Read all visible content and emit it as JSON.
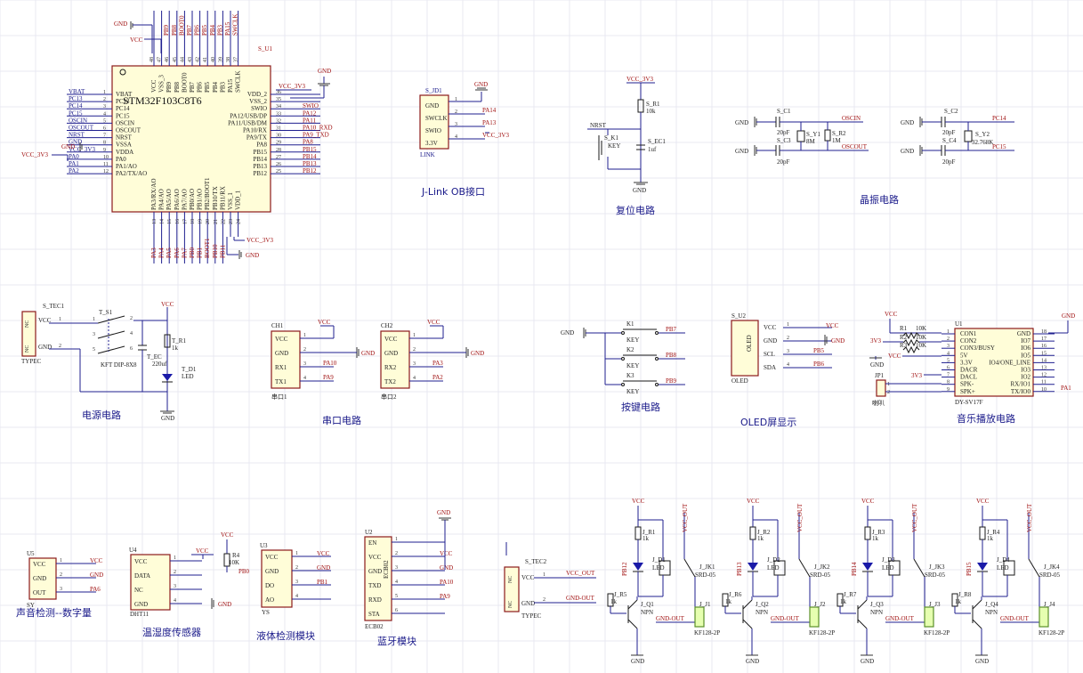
{
  "mcu": {
    "ref": "S_U1",
    "name": "STM32F103C8T6",
    "left_pins": [
      {
        "num": "1",
        "name": "VBAT",
        "net": "VBAT"
      },
      {
        "num": "2",
        "name": "PC13",
        "net": "PC13"
      },
      {
        "num": "3",
        "name": "PC14",
        "net": "PC14"
      },
      {
        "num": "4",
        "name": "PC15",
        "net": "PC15"
      },
      {
        "num": "5",
        "name": "OSCIN",
        "net": "OSCIN"
      },
      {
        "num": "6",
        "name": "OSCOUT",
        "net": "OSCOUT"
      },
      {
        "num": "7",
        "name": "NRST",
        "net": "NRST"
      },
      {
        "num": "8",
        "name": "VSSA",
        "net": "GND"
      },
      {
        "num": "9",
        "name": "VDDA",
        "net": "VCC_3V3"
      },
      {
        "num": "10",
        "name": "PA0",
        "net": "PA0"
      },
      {
        "num": "11",
        "name": "PA1/AO",
        "net": "PA1"
      },
      {
        "num": "12",
        "name": "PA2/TX/AO",
        "net": "PA2"
      }
    ],
    "right_pins": [
      {
        "num": "36",
        "name": "VDD_2",
        "net": "VCC_3V3"
      },
      {
        "num": "35",
        "name": "VSS_2",
        "net": "GND"
      },
      {
        "num": "34",
        "name": "SWIO",
        "net": "SWIO"
      },
      {
        "num": "33",
        "name": "PA12/USB/DP",
        "net": "PA12"
      },
      {
        "num": "32",
        "name": "PA11/USB/DM",
        "net": "PA11"
      },
      {
        "num": "31",
        "name": "PA10/RX",
        "net": "PA10_RXD"
      },
      {
        "num": "30",
        "name": "PA9/TX",
        "net": "PA9_TXD"
      },
      {
        "num": "29",
        "name": "PA8",
        "net": "PA8"
      },
      {
        "num": "28",
        "name": "PB15",
        "net": "PB15"
      },
      {
        "num": "27",
        "name": "PB14",
        "net": "PB14"
      },
      {
        "num": "26",
        "name": "PB13",
        "net": "PB13"
      },
      {
        "num": "25",
        "name": "PB12",
        "net": "PB12"
      }
    ],
    "top_pins": [
      "VCC",
      "VSS_3",
      "PB9",
      "PB8",
      "BOOT0",
      "PB7",
      "PB6",
      "PB5",
      "PB4",
      "PB3",
      "PA15",
      "SWCLK"
    ],
    "top_nums": [
      "48",
      "47",
      "46",
      "45",
      "44",
      "43",
      "42",
      "41",
      "40",
      "39",
      "38",
      "37"
    ],
    "top_nets": [
      "GND",
      "VCC",
      "PB9",
      "PB8",
      "BOOT0",
      "PB7",
      "PB6",
      "PB5",
      "PB4",
      "PB3",
      "PA15",
      "SWCLK"
    ],
    "bottom_pins": [
      "PA3/RX/AO",
      "PA4/AO",
      "PA5/AO",
      "PA6/AO",
      "PA7/AO",
      "PB0/AO",
      "PB1/AO",
      "PB2/BOOT1",
      "PB10/TX",
      "PB11/RX",
      "VSS_1",
      "VDD_1"
    ],
    "bottom_nums": [
      "13",
      "14",
      "15",
      "16",
      "17",
      "18",
      "19",
      "20",
      "21",
      "22",
      "23",
      "24"
    ],
    "bottom_nets": [
      "PA3",
      "PA4",
      "PA5",
      "PA6",
      "PA7",
      "PB0",
      "PB1",
      "BOOT1",
      "PB10",
      "PB11"
    ],
    "vcc_label": "VCC",
    "gnd_label": "GND",
    "vcc3v3_label": "VCC_3V3"
  },
  "jlink": {
    "ref": "S_JD1",
    "pins": [
      "GND",
      "SWCLK",
      "SWIO",
      "3.3V"
    ],
    "nums": [
      "1",
      "2",
      "3",
      "4"
    ],
    "nets": [
      "GND",
      "PA14",
      "PA13",
      "VCC_3V3"
    ],
    "part": "LINK",
    "title": "J-Link OB接口"
  },
  "reset": {
    "vcc": "VCC_3V3",
    "r_ref": "S_R1",
    "r_val": "10k",
    "k_ref": "S_K1",
    "k_val": "KEY",
    "c_ref": "S_EC1",
    "c_val": "1uf",
    "nrst": "NRST",
    "gnd": "GND",
    "title": "复位电路"
  },
  "crystal": {
    "c1": "S_C1",
    "c2": "S_C2",
    "c3": "S_C3",
    "c4": "S_C4",
    "cap_val": "20pF",
    "y1": "S_Y1",
    "y1_val": "8M",
    "y2": "S_Y2",
    "y2_val": "32.768K",
    "r2": "S_R2",
    "r2_val": "1M",
    "oscin": "OSCIN",
    "oscout": "OSCOUT",
    "pc14": "PC14",
    "pc15": "PC15",
    "gnd": "GND",
    "title": "晶振电路"
  },
  "power": {
    "ref": "S_TEC1",
    "part": "TYPEC",
    "pins": [
      "NC",
      "VCC",
      "NC",
      "GND"
    ],
    "nums": [
      "1",
      "2"
    ],
    "sw_ref": "T_S1",
    "sw_part": "KFT DIP-8X8",
    "sw_nums": [
      "1",
      "2",
      "3",
      "4",
      "5",
      "6"
    ],
    "vcc": "VCC",
    "r_ref": "T_R1",
    "r_val": "1k",
    "c_ref": "T_EC",
    "c_val": "220uf",
    "d_ref": "T_D1",
    "d_val": "LED",
    "gnd": "GND",
    "title": "电源电路"
  },
  "uart": {
    "ch1": {
      "ref": "CH1",
      "part": "串口1",
      "pins": [
        "VCC",
        "GND",
        "RX1",
        "TX1"
      ],
      "nums": [
        "1",
        "2",
        "3",
        "4"
      ],
      "nets": [
        "VCC",
        "GND",
        "PA10",
        "PA9"
      ]
    },
    "ch2": {
      "ref": "CH2",
      "part": "串口2",
      "pins": [
        "VCC",
        "GND",
        "RX2",
        "TX2"
      ],
      "nums": [
        "1",
        "2",
        "3",
        "4"
      ],
      "nets": [
        "VCC",
        "GND",
        "PA3",
        "PA2"
      ]
    },
    "title": "串口电路"
  },
  "keys": {
    "gnd": "GND",
    "items": [
      {
        "ref": "K1",
        "val": "KEY",
        "net": "PB7"
      },
      {
        "ref": "K2",
        "val": "KEY",
        "net": "PB8"
      },
      {
        "ref": "K3",
        "val": "KEY",
        "net": "PB9"
      }
    ],
    "title": "按键电路"
  },
  "oled": {
    "ref": "S_U2",
    "part": "OLED",
    "body_label": "OLED",
    "pins": [
      "VCC",
      "GND",
      "SCL",
      "SDA"
    ],
    "nums": [
      "1",
      "2",
      "3",
      "4"
    ],
    "nets": [
      "VCC",
      "GND",
      "PB5",
      "PB6"
    ],
    "title": "OLED屏显示"
  },
  "music": {
    "ref": "U1",
    "part": "DY-SV17F",
    "left_pins": [
      "CON1",
      "CON2",
      "CON3/BUSY",
      "5V",
      "3.3V",
      "DACR",
      "DACL",
      "SPK-",
      "SPK+"
    ],
    "left_nums": [
      "1",
      "2",
      "3",
      "4",
      "5",
      "6",
      "7",
      "8",
      "9"
    ],
    "right_pins": [
      "GND",
      "IO7",
      "IO6",
      "IO5",
      "IO4/ONE_LINE",
      "IO3",
      "IO2",
      "RX/IO1",
      "TX/IO0"
    ],
    "right_nums": [
      "18",
      "17",
      "16",
      "15",
      "14",
      "13",
      "12",
      "11",
      "10"
    ],
    "r1": "R1",
    "r2": "R2",
    "r3": "R3",
    "r_val": "10K",
    "net_3v3": "3V3",
    "net_3v3_b": "3V3",
    "vcc": "VCC",
    "gnd": "GND",
    "pa1": "PA1",
    "jp": "JP1",
    "jp_part": "喇叭",
    "jp_nums": [
      "1",
      "2"
    ],
    "title": "音乐播放电路"
  },
  "sound": {
    "ref": "U5",
    "part": "SY",
    "pins": [
      "VCC",
      "GND",
      "OUT"
    ],
    "nums": [
      "1",
      "2",
      "3"
    ],
    "nets": [
      "VCC",
      "GND",
      "PA6"
    ],
    "title": "声音检测--数字量"
  },
  "dht": {
    "ref": "U4",
    "part": "DHT11",
    "pins": [
      "VCC",
      "DATA",
      "NC",
      "GND"
    ],
    "nums": [
      "1",
      "2",
      "3",
      "4"
    ],
    "vcc": "VCC",
    "r_ref": "R4",
    "r_val": "10K",
    "net_data": "PB0",
    "gnd": "GND",
    "title": "温湿度传感器"
  },
  "liquid": {
    "ref": "U3",
    "part": "YS",
    "pins": [
      "VCC",
      "GND",
      "DO",
      "AO"
    ],
    "nums": [
      "1",
      "2",
      "3",
      "4"
    ],
    "nets": [
      "VCC",
      "GND",
      "PB1",
      ""
    ],
    "title": "液体检测模块"
  },
  "bt": {
    "ref": "U2",
    "part": "ECB02",
    "body_label": "ECB02",
    "pins": [
      "EN",
      "VCC",
      "GND",
      "TXD",
      "RXD",
      "STA"
    ],
    "nums": [
      "1",
      "2",
      "3",
      "4",
      "5",
      "6"
    ],
    "nets": [
      "",
      "VCC",
      "GND",
      "PA10",
      "PA9",
      ""
    ],
    "gnd": "GND",
    "title": "蓝牙模块"
  },
  "tec2": {
    "ref": "S_TEC2",
    "part": "TYPEC",
    "pins": [
      "NC",
      "VCC",
      "NC",
      "GND"
    ],
    "nums": [
      "1",
      "2"
    ],
    "nets": [
      "VCC_OUT",
      "GND-OUT"
    ]
  },
  "relays": [
    {
      "d": "J_D1",
      "r1": "J_R1",
      "r2": "J_R5",
      "q": "J_Q1",
      "jk": "J_JK1",
      "j": "J_J1",
      "in": "PB12"
    },
    {
      "d": "J_D2",
      "r1": "J_R2",
      "r2": "J_R6",
      "q": "J_Q2",
      "jk": "J_JK2",
      "j": "J_J2",
      "in": "PB13"
    },
    {
      "d": "J_D3",
      "r1": "J_R3",
      "r2": "J_R7",
      "q": "J_Q3",
      "jk": "J_JK3",
      "j": "J_J3",
      "in": "PB14"
    },
    {
      "d": "J_D4",
      "r1": "J_R4",
      "r2": "J_R8",
      "q": "J_Q4",
      "jk": "J_JK4",
      "j": "J_J4",
      "in": "PB15"
    }
  ],
  "relay_common": {
    "vcc": "VCC",
    "gnd": "GND",
    "r_val": "1k",
    "led": "LED",
    "npn": "NPN",
    "relay_part": "SRD-05",
    "term_part": "KF128-2P",
    "vcc_out": "VCC_OUT",
    "gnd_out": "GND-OUT"
  }
}
